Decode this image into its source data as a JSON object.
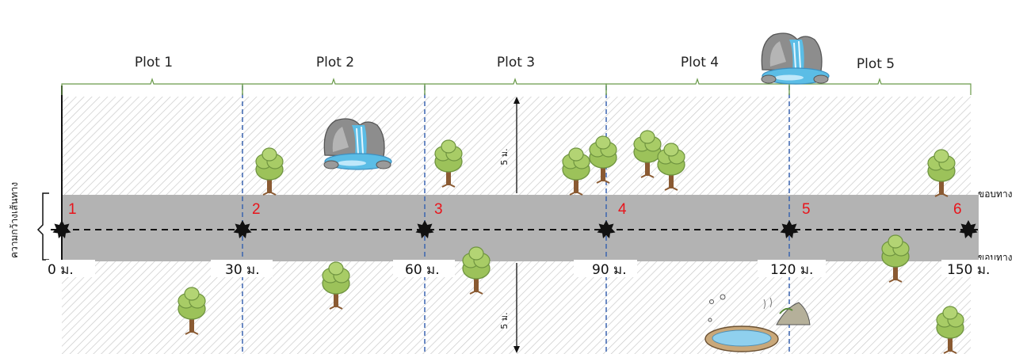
{
  "plots": [
    {
      "label": "Plot 1"
    },
    {
      "label": "Plot 2"
    },
    {
      "label": "Plot 3"
    },
    {
      "label": "Plot 4"
    },
    {
      "label": "Plot 5"
    }
  ],
  "points": [
    {
      "number": "1",
      "distance": "0 ม."
    },
    {
      "number": "2",
      "distance": "30 ม."
    },
    {
      "number": "3",
      "distance": "60 ม."
    },
    {
      "number": "4",
      "distance": "90 ม."
    },
    {
      "number": "5",
      "distance": "120 ม."
    },
    {
      "number": "6",
      "distance": "150 ม."
    }
  ],
  "labels": {
    "trail_width": "ความกว้างเส้นทาง",
    "edge_top": "ขอบทาง",
    "edge_bottom": "ขอบทาง",
    "upper_zone_width": "5 ม.",
    "lower_zone_width": "5 ม."
  },
  "colors": {
    "trail": "#b3b3b3",
    "hatch": "#c9c9c9",
    "divider": "#3a64b0",
    "bracket": "#6a9a4a",
    "point_number": "#e8141b",
    "tree_foliage": "#9cc25a",
    "water": "#5bbde6"
  },
  "icons": [
    "tree-icon",
    "waterfall-icon",
    "pond-icon",
    "star-marker-icon"
  ]
}
